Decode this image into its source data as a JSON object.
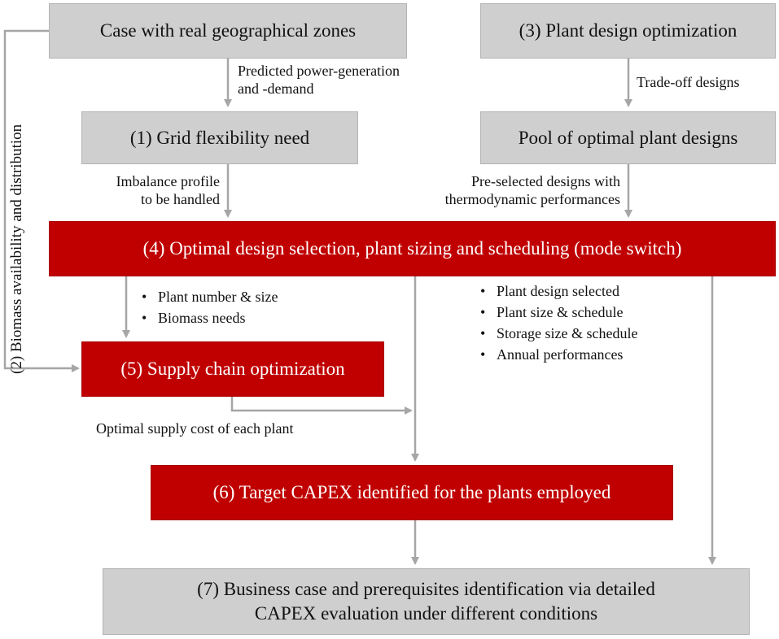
{
  "boxes": {
    "case_zones": "Case with real geographical zones",
    "plant_design_opt": "(3) Plant design optimization",
    "grid_flex": "(1) Grid flexibility need",
    "pool_designs": "Pool of optimal plant designs",
    "optimal_selection": "(4) Optimal design selection, plant sizing and scheduling (mode switch)",
    "supply_chain": "(5) Supply chain optimization",
    "target_capex": "(6) Target CAPEX identified for the plants employed",
    "business_case_line1": "(7) Business case and prerequisites identification via detailed",
    "business_case_line2": "CAPEX evaluation under different conditions"
  },
  "labels": {
    "predicted_line1": "Predicted power-generation",
    "predicted_line2": "and -demand",
    "tradeoff": "Trade-off designs",
    "imbalance_line1": "Imbalance profile",
    "imbalance_line2": "to be handled",
    "preselected_line1": "Pre-selected designs with",
    "preselected_line2": "thermodynamic performances",
    "supply_cost": "Optimal supply cost of each plant",
    "biomass_vertical": "(2) Biomass availability and distribution"
  },
  "bullets_left": [
    "Plant number & size",
    "Biomass needs"
  ],
  "bullets_right": [
    "Plant design selected",
    "Plant size & schedule",
    "Storage size & schedule",
    "Annual performances"
  ],
  "colors": {
    "grey_box": "#cfcfcf",
    "red_box": "#c00000",
    "connector": "#a6a6a6"
  }
}
